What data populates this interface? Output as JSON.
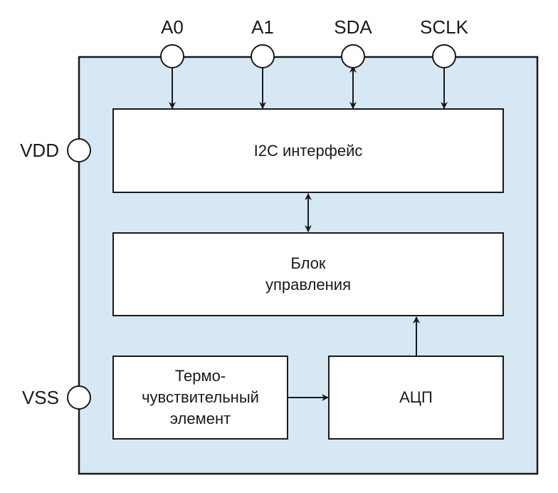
{
  "diagram": {
    "title": "",
    "colors": {
      "chip_fill": "#d7e8f5",
      "stroke": "#1a1a1a",
      "block_fill": "#ffffff"
    },
    "pins": {
      "top": [
        {
          "id": "a0",
          "label": "A0",
          "direction": "in"
        },
        {
          "id": "a1",
          "label": "A1",
          "direction": "in"
        },
        {
          "id": "sda",
          "label": "SDA",
          "direction": "bidirectional"
        },
        {
          "id": "sclk",
          "label": "SCLK",
          "direction": "in"
        }
      ],
      "left": [
        {
          "id": "vdd",
          "label": "VDD"
        },
        {
          "id": "vss",
          "label": "VSS"
        }
      ]
    },
    "blocks": {
      "i2c": {
        "lines": [
          "I2C интерфейс"
        ]
      },
      "control": {
        "lines": [
          "Блок",
          "управления"
        ]
      },
      "sensor": {
        "lines": [
          "Термо-",
          "чувствительный",
          "элемент"
        ]
      },
      "adc": {
        "lines": [
          "АЦП"
        ]
      }
    },
    "connections": [
      {
        "from": "a0",
        "to": "i2c",
        "type": "arrow"
      },
      {
        "from": "a1",
        "to": "i2c",
        "type": "arrow"
      },
      {
        "from": "sda",
        "to": "i2c",
        "type": "bidirectional"
      },
      {
        "from": "sclk",
        "to": "i2c",
        "type": "arrow"
      },
      {
        "from": "i2c",
        "to": "control",
        "type": "bidirectional"
      },
      {
        "from": "sensor",
        "to": "adc",
        "type": "arrow"
      },
      {
        "from": "adc",
        "to": "control",
        "type": "arrow"
      }
    ]
  }
}
